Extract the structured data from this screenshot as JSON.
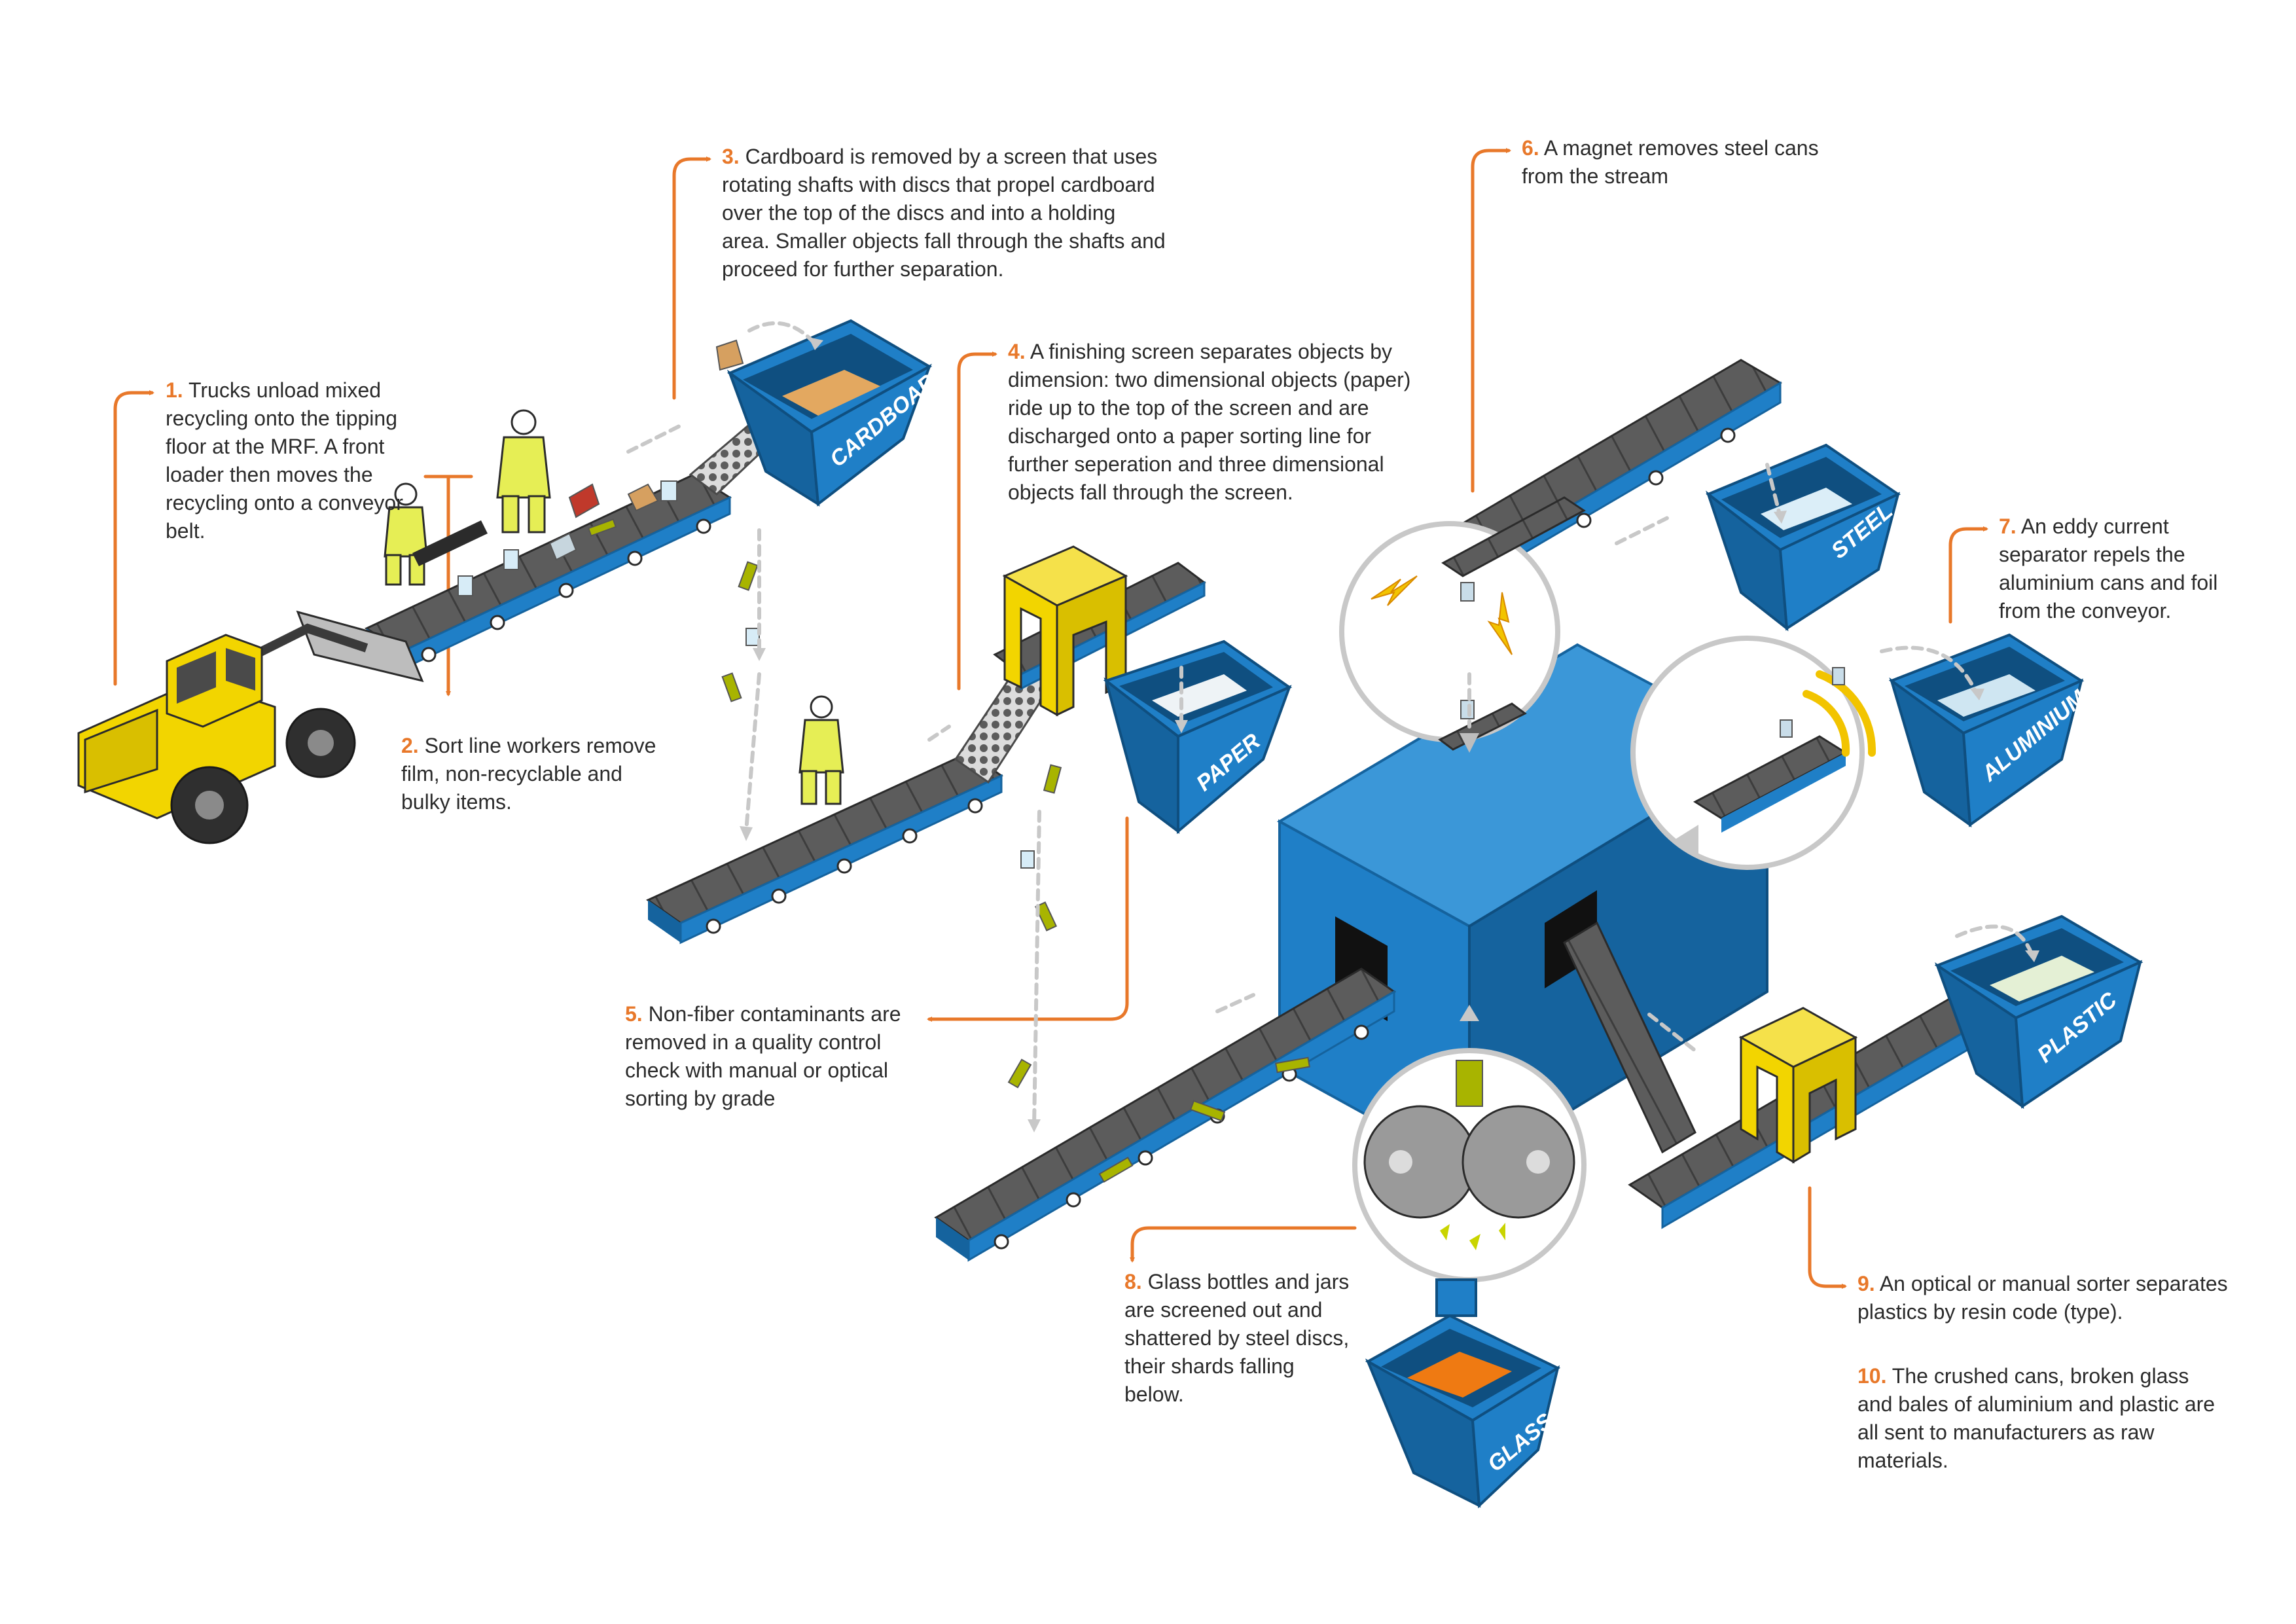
{
  "colors": {
    "accent": "#e8782a",
    "bin_blue": "#1f7fc7",
    "bin_dark": "#15639e",
    "machine_yellow": "#f2d500",
    "belt": "#5a5a5a"
  },
  "steps": [
    {
      "num": "1.",
      "text": "Trucks unload mixed recycling onto the tipping floor at the MRF. A front loader then moves the recycling onto a conveyor belt."
    },
    {
      "num": "2.",
      "text": "Sort line workers remove film, non-recyclable and bulky items."
    },
    {
      "num": "3.",
      "text": "Cardboard is removed by a screen that uses rotating shafts with discs that propel cardboard over the top of the discs and into a holding area. Smaller objects fall through the shafts and proceed for further separation."
    },
    {
      "num": "4.",
      "text": "A finishing screen separates objects by dimension: two dimensional objects (paper) ride up to the top of the screen and are discharged onto a paper sorting line for further seperation and three dimensional objects fall through the screen."
    },
    {
      "num": "5.",
      "text": "Non-fiber contaminants are removed in a quality control check with manual or optical sorting by grade"
    },
    {
      "num": "6.",
      "text": "A magnet removes steel cans from the stream"
    },
    {
      "num": "7.",
      "text": "An eddy current separator repels the aluminium cans and foil from the conveyor."
    },
    {
      "num": "8.",
      "text": "Glass bottles and jars are screened out and shattered by steel discs, their shards falling below."
    },
    {
      "num": "9.",
      "text": "An optical or manual sorter separates plastics by resin code (type)."
    },
    {
      "num": "10.",
      "text": "The crushed cans, broken glass and bales of aluminium and plastic are all sent to manufacturers as raw materials."
    }
  ],
  "bins": {
    "cardboard": "CARDBOARD",
    "paper": "PAPER",
    "steel": "STEEL",
    "aluminium": "ALUMINIUM",
    "plastic": "PLASTIC",
    "glass": "GLASS"
  },
  "icons": [
    "front-loader-icon",
    "worker-icon",
    "conveyor-belt-icon",
    "disc-screen-icon",
    "magnet-icon",
    "lightning-icon",
    "eddy-current-icon",
    "glass-crusher-icon",
    "optical-sorter-icon",
    "storage-bin-icon",
    "arrow-icon"
  ]
}
